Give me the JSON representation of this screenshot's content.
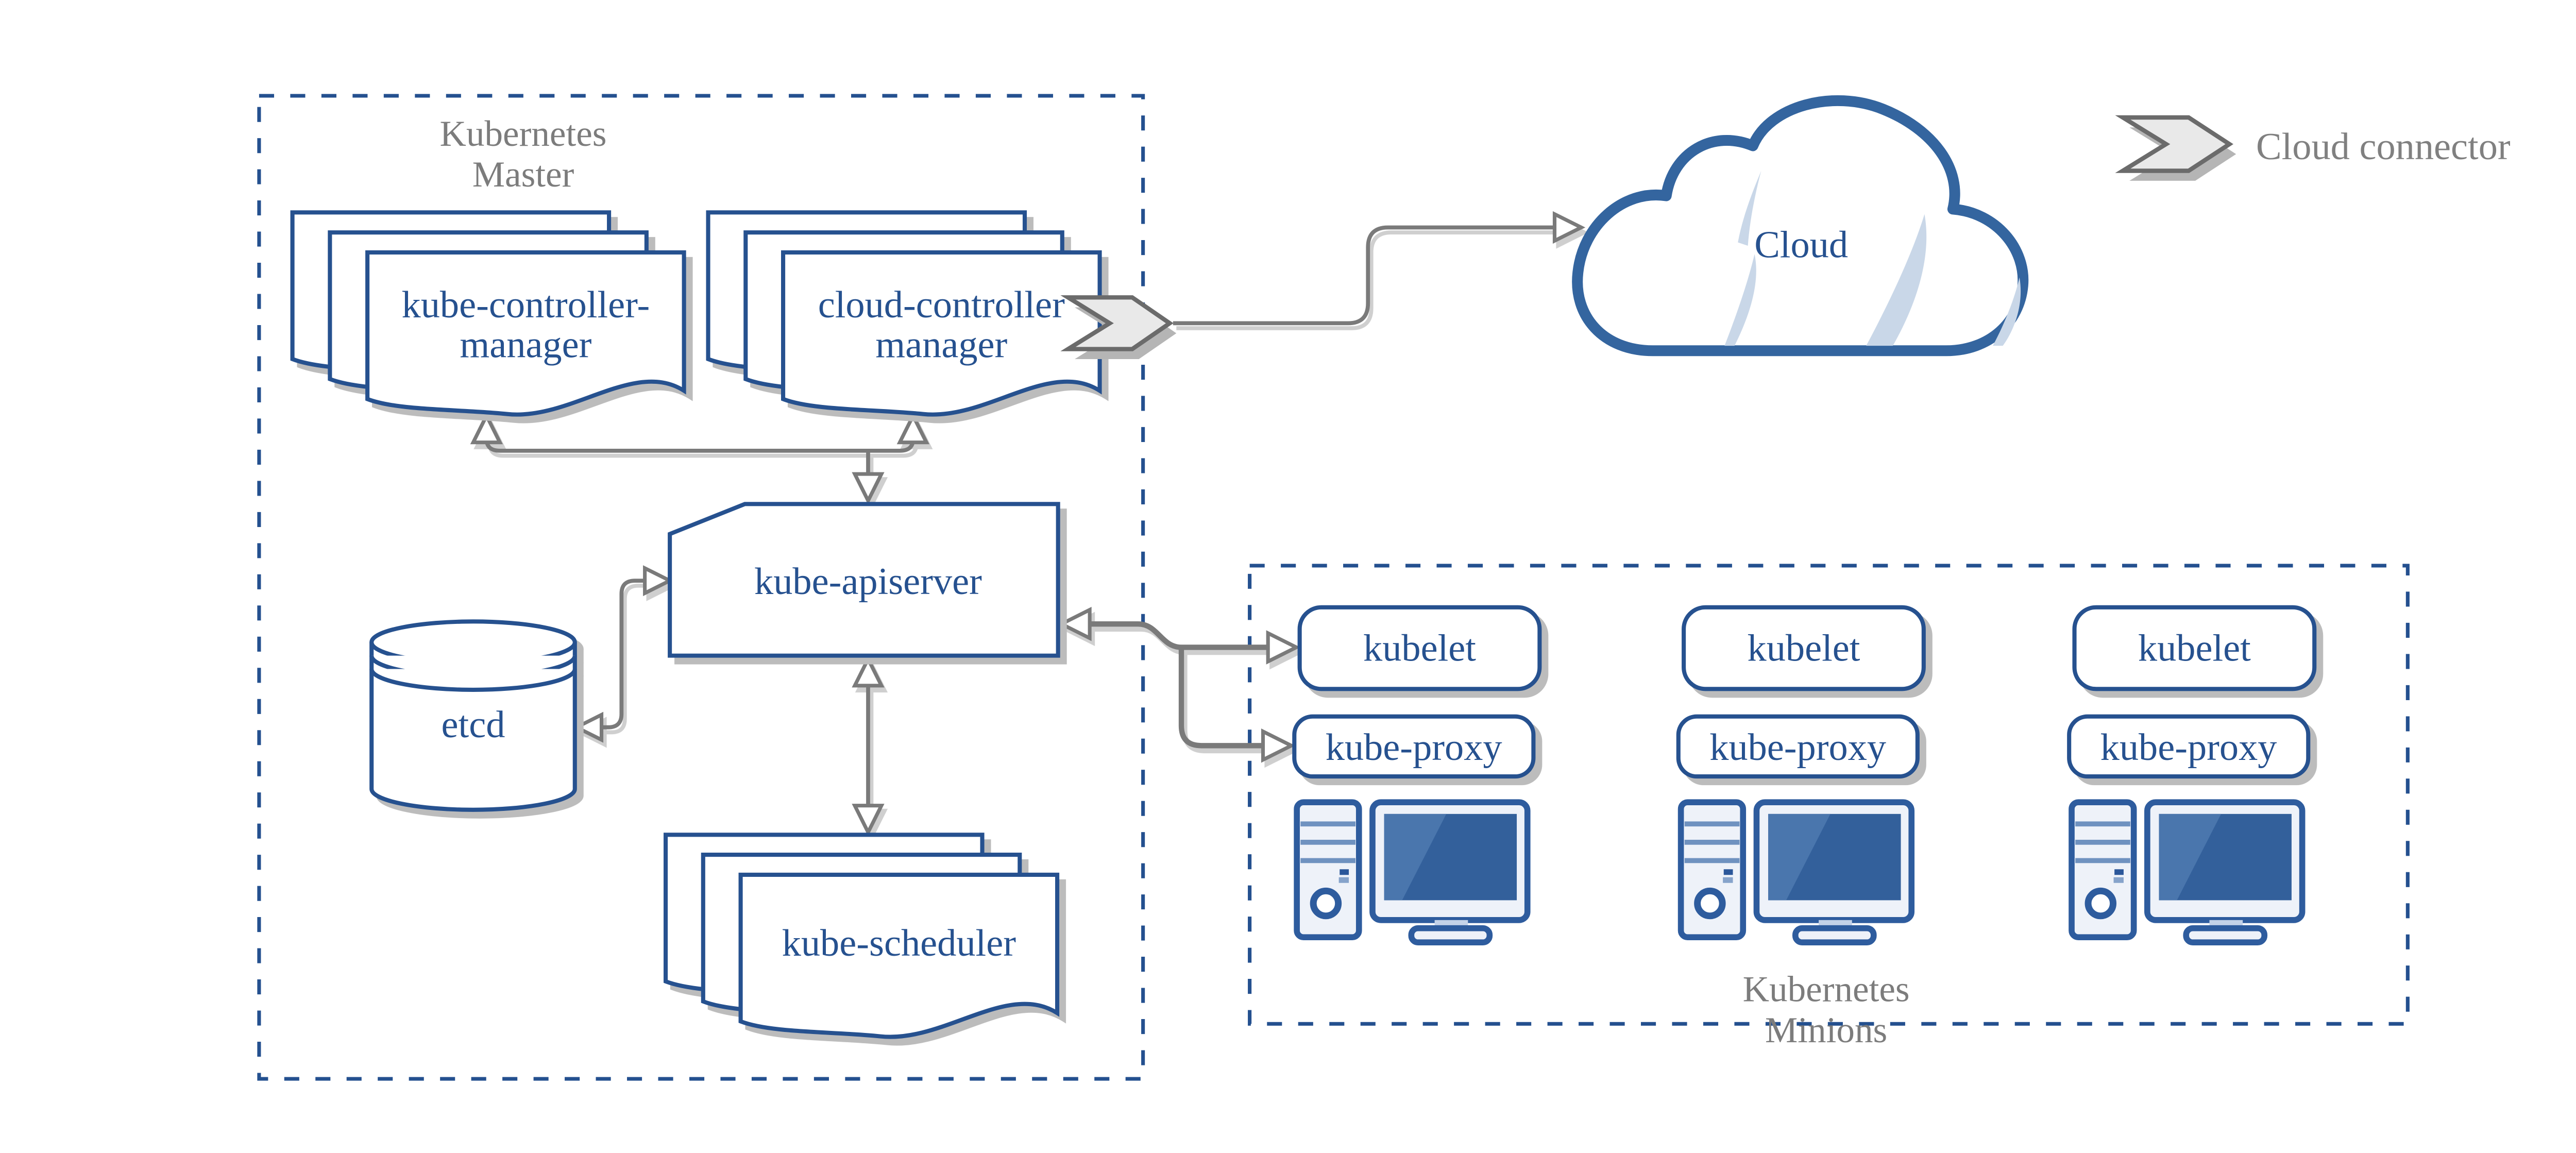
{
  "master": {
    "title_line1": "Kubernetes",
    "title_line2": "Master",
    "kube_controller_manager": {
      "line1": "kube-controller-",
      "line2": "manager"
    },
    "cloud_controller_manager": {
      "line1": "cloud-controller",
      "line2": "manager"
    },
    "kube_apiserver": {
      "label": "kube-apiserver"
    },
    "etcd": {
      "label": "etcd"
    },
    "kube_scheduler": {
      "label": "kube-scheduler"
    }
  },
  "minions": {
    "title_line1": "Kubernetes",
    "title_line2": "Minions",
    "nodes": [
      {
        "kubelet": "kubelet",
        "kube_proxy": "kube-proxy"
      },
      {
        "kubelet": "kubelet",
        "kube_proxy": "kube-proxy"
      },
      {
        "kubelet": "kubelet",
        "kube_proxy": "kube-proxy"
      }
    ]
  },
  "cloud": {
    "label": "Cloud"
  },
  "legend": {
    "cloud_connector_label": "Cloud connector"
  },
  "colors": {
    "diagram_blue": "#26518f",
    "computer_blue": "#2e5c9e",
    "screen_blue": "#33609b",
    "screen_highlight": "#4a76ad",
    "connector_gray": "#7a7a7a",
    "label_gray": "#7c7c7c",
    "shadow_gray": "#bcbcbc",
    "chevron_fill": "#e9e9e9",
    "cloud_sliver_blue": "#c9d7e8"
  }
}
